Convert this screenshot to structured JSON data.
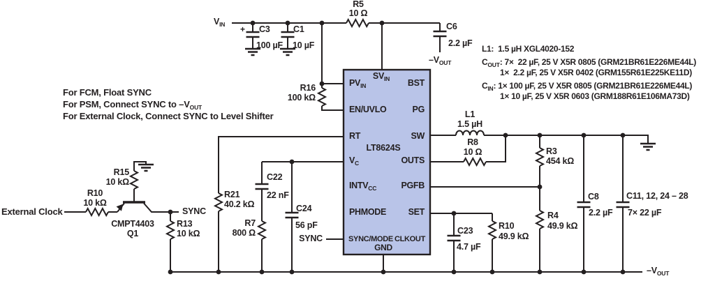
{
  "colors": {
    "wire": "#231f20",
    "chip_fill": "#b9c4e8",
    "background": "#ffffff"
  },
  "chip": {
    "name": "LT8624S",
    "pvin_m": "PV",
    "pvin_s": "IN",
    "svin_m": "SV",
    "svin_s": "IN",
    "en": "EN/UVLO",
    "rt": "RT",
    "vc_m": "V",
    "vc_s": "C",
    "intvcc_m": "INTV",
    "intvcc_s": "CC",
    "phmode": "PHMODE",
    "syncmode": "SYNC/MODE",
    "gnd": "GND",
    "bst": "BST",
    "pg": "PG",
    "sw": "SW",
    "outs": "OUTS",
    "pgfb": "PGFB",
    "set": "SET",
    "clkout": "CLKOUT"
  },
  "labels": {
    "vin_m": "V",
    "vin_s": "IN",
    "plus": "+",
    "c3_r": "C3",
    "c3_v": "100 µF",
    "c1_r": "C1",
    "c1_v": "10 µF",
    "r5_r": "R5",
    "r5_v": "10 Ω",
    "c6_r": "C6",
    "c6_v": "2.2 µF",
    "nvout_m": "–V",
    "nvout_s": "OUT",
    "r16_r": "R16",
    "r16_v": "100 kΩ",
    "note1": "For FCM, Float SYNC",
    "note2_m": "For PSM, Connect SYNC to –V",
    "note2_s": "OUT",
    "note3": "For External Clock, Connect SYNC to Level Shifter",
    "extclk": "External Clock",
    "r10a_r": "R10",
    "r10a_v": "10 kΩ",
    "r15_r": "R15",
    "r15_v": "10 kΩ",
    "q1_p": "CMPT4403",
    "q1_r": "Q1",
    "sync": "SYNC",
    "r13_r": "R13",
    "r13_v": "10 kΩ",
    "r21_r": "R21",
    "r21_v": "40.2 kΩ",
    "c22_r": "C22",
    "c22_v": "22 nF",
    "r7_r": "R7",
    "r7_v": "800 Ω",
    "c24_r": "C24",
    "c24_v": "56 pF",
    "l1_r": "L1",
    "l1_v": "1.5 µH",
    "r8_r": "R8",
    "r8_v": "10 Ω",
    "r3_r": "R3",
    "r3_v": "454 kΩ",
    "r4_r": "R4",
    "r4_v": "49.9 kΩ",
    "c23_r": "C23",
    "c23_v": "4.7 µF",
    "r10b_r": "R10",
    "r10b_v": "49.9 kΩ",
    "c8_r": "C8",
    "c8_v": "2.2 µF",
    "c11_r": "C11, 12, 24 – 28",
    "c11_v": "7× 22 µF",
    "bom_l1": "L1:  1.5 µH XGL4020-152",
    "bom_cout_m": "C",
    "bom_cout_s": "OUT",
    "bom_cout_rest": ": 7×  22 µF, 25 V X5R 0805 (GRM21BR61E226ME44L)",
    "bom_cout2": "1×  2.2 µF, 25 V X5R 0402 (GRM155R61E225KE11D)",
    "bom_cin_m": "C",
    "bom_cin_s": "IN",
    "bom_cin_rest": ": 1× 100 µF, 25 V X5R 0805 (GRM21BR61E226ME44L)",
    "bom_cin2": "1× 10 µF, 25 V X5R 0603 (GRM188R61E106MA73D)"
  }
}
